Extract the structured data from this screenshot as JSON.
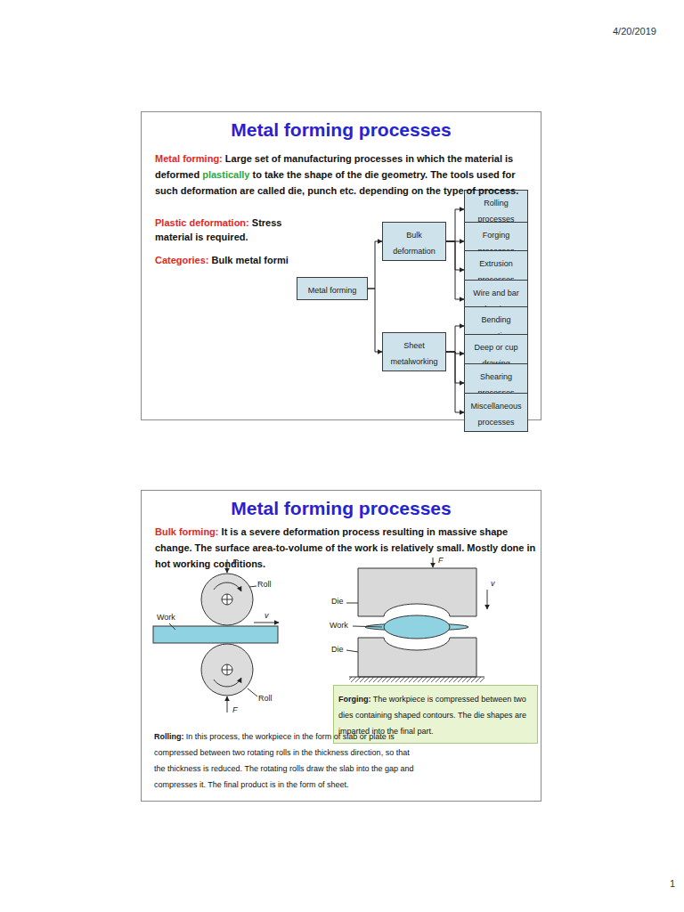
{
  "diagram": {
    "nodes": [
      {
        "text": [
          "Metal forming processes",
          "Metal forming:",
          "Large set of manufacturing processes in which the material is deformed",
          "plastically",
          "to take the shape of the die geometry. The tools used for such deformation are called die, punch etc. depending on the type of process.",
          "Plastic deformation:",
          "Stress",
          "material is required.",
          "Categories:",
          "Bulk metal formi"
        ]
      },
      {
        "text": [
          "Metal forming"
        ],
        "in": 0
      },
      {
        "text": [
          "Bulk deformation"
        ],
        "in": 0
      },
      {
        "text": [
          "Rolling processes"
        ],
        "in": 0
      },
      {
        "text": [
          "Forging processes"
        ],
        "in": 0
      },
      {
        "text": [
          "Extrusion processes"
        ],
        "in": 0
      },
      {
        "text": [
          "Wire and bar drawing"
        ],
        "in": 0
      },
      {
        "text": [
          "Sheet metalworking"
        ],
        "in": 0
      },
      {
        "text": [
          "Bending operations"
        ],
        "in": 0
      },
      {
        "text": [
          "Deep or cup drawing"
        ],
        "in": 0
      },
      {
        "text": [
          "Shearing processes"
        ],
        "in": 0
      },
      {
        "text": [
          "Miscellaneous processes"
        ],
        "in": 0
      },
      {
        "text": [
          "Metal forming processes",
          "Bulk forming:",
          "It is a severe deformation process resulting in massive shape change. The surface area-to-volume of the work is relatively small. Mostly done in hot working conditions.",
          "Rolling:",
          "In this process, the workpiece in the form of slab or plate is compressed between two rotating rolls in the thickness direction, so that the thickness is reduced. The rotating rolls draw the slab into the gap and compresses it. The final product is in the form of sheet."
        ]
      },
      {
        "text": [
          "Forging:",
          "The workpiece is compressed between two dies containing shaped contours. The die shapes are imparted into the final part."
        ],
        "in": 12
      }
    ],
    "edges": [
      {
        "from": 1,
        "to": 2,
        "arrow": "to"
      },
      {
        "from": 1,
        "to": 7,
        "arrow": "to"
      },
      {
        "from": 2,
        "to": 3,
        "arrow": "to"
      },
      {
        "from": 2,
        "to": 4,
        "arrow": "to"
      },
      {
        "from": 2,
        "to": 5,
        "arrow": "to"
      },
      {
        "from": 2,
        "to": 6,
        "arrow": "to"
      },
      {
        "from": 7,
        "to": 8,
        "arrow": "to"
      },
      {
        "from": 7,
        "to": 9,
        "arrow": "to"
      },
      {
        "from": 7,
        "to": 10,
        "arrow": "to"
      },
      {
        "from": 7,
        "to": 11,
        "arrow": "to"
      }
    ],
    "labels": [
      "4/20/2019",
      "F",
      "Roll",
      "Work",
      "v",
      "Roll",
      "F",
      "F",
      "v",
      "Die",
      "Work",
      "Die",
      "1"
    ]
  }
}
